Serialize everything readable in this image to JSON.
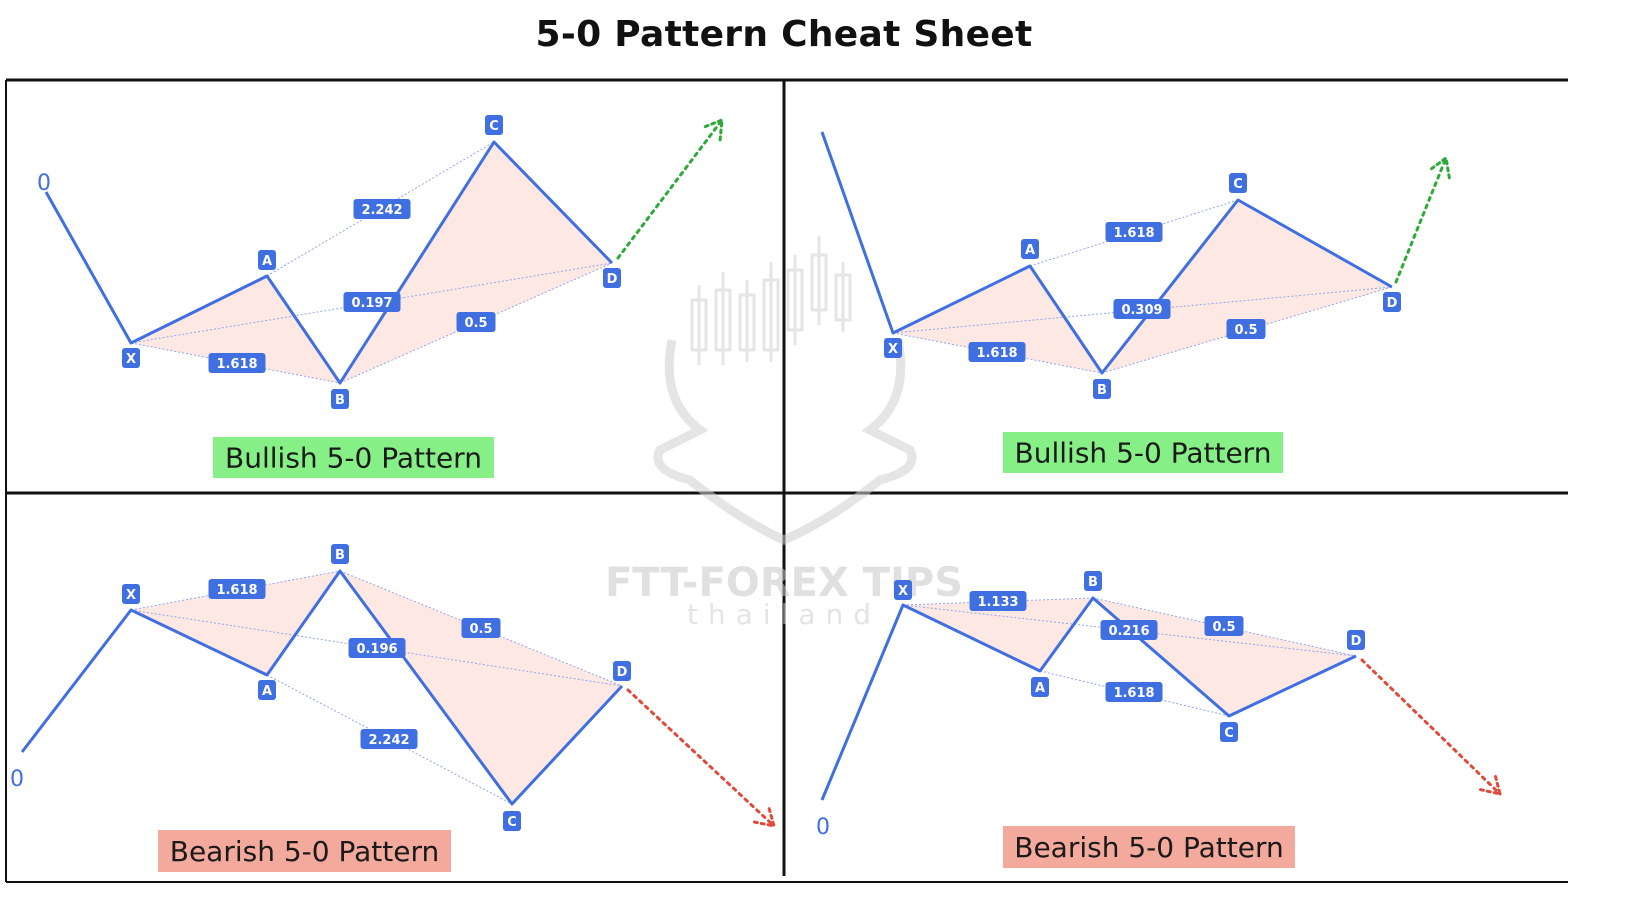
{
  "title": "5-0 Pattern Cheat Sheet",
  "colors": {
    "leg": "#3f6fe0",
    "guide": "#8fa6ee",
    "fill": "#fde8e4",
    "label_bg": "#3f6fe0",
    "bullish_caption_bg": "#86ef86",
    "bearish_caption_bg": "#f3a99b",
    "bull_arrow": "#2eaa3a",
    "bear_arrow": "#e04a3a",
    "grid": "#111111"
  },
  "watermark": {
    "brand": "FTT-FOREX TIPS",
    "sub": "thailand"
  },
  "panels": [
    {
      "caption": "Bullish 5-0 Pattern",
      "kind": "bullish",
      "origin_label": "0",
      "points": {
        "O": "0",
        "X": "X",
        "A": "A",
        "B": "B",
        "C": "C",
        "D": "D"
      },
      "ratios": {
        "XA_B": "1.618",
        "AB_C": "2.242",
        "XA_D": "0.197",
        "BC_D": "0.5"
      }
    },
    {
      "caption": "Bullish 5-0 Pattern",
      "kind": "bullish",
      "origin_label": "",
      "points": {
        "O": "",
        "X": "X",
        "A": "A",
        "B": "B",
        "C": "C",
        "D": "D"
      },
      "ratios": {
        "XA_B": "1.618",
        "AB_C": "1.618",
        "XA_D": "0.309",
        "BC_D": "0.5"
      }
    },
    {
      "caption": "Bearish 5-0 Pattern",
      "kind": "bearish",
      "origin_label": "0",
      "points": {
        "O": "0",
        "X": "X",
        "A": "A",
        "B": "B",
        "C": "C",
        "D": "D"
      },
      "ratios": {
        "XA_B": "1.618",
        "AB_C": "2.242",
        "XA_D": "0.196",
        "BC_D": "0.5"
      }
    },
    {
      "caption": "Bearish 5-0 Pattern",
      "kind": "bearish",
      "origin_label": "0",
      "points": {
        "O": "0",
        "X": "X",
        "A": "A",
        "B": "B",
        "C": "C",
        "D": "D"
      },
      "ratios": {
        "XA_B": "1.618",
        "AB_C": "1.133",
        "XA_D": "0.216",
        "BC_D": "0.5"
      }
    }
  ]
}
